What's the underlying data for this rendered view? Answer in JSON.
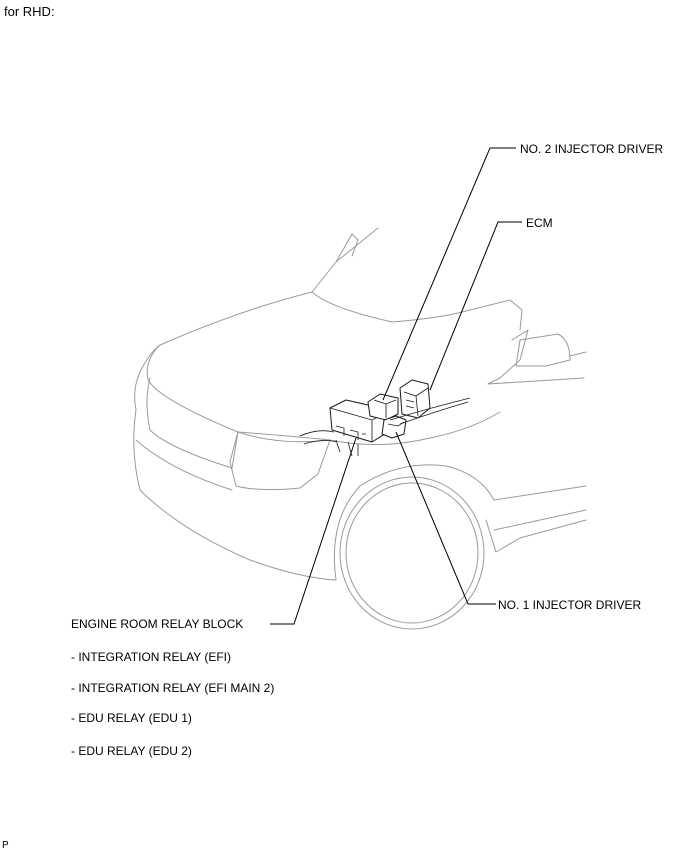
{
  "header": {
    "title": "for RHD:"
  },
  "callouts": {
    "no2_injector_driver": "NO. 2 INJECTOR DRIVER",
    "ecm": "ECM",
    "no1_injector_driver": "NO. 1 INJECTOR DRIVER",
    "engine_room_relay_block": "ENGINE ROOM RELAY BLOCK"
  },
  "relay_list": [
    "- INTEGRATION RELAY (EFI)",
    "- INTEGRATION RELAY (EFI MAIN 2)",
    "- EDU RELAY (EDU 1)",
    "- EDU RELAY (EDU 2)"
  ],
  "footer": {
    "code": "P"
  }
}
